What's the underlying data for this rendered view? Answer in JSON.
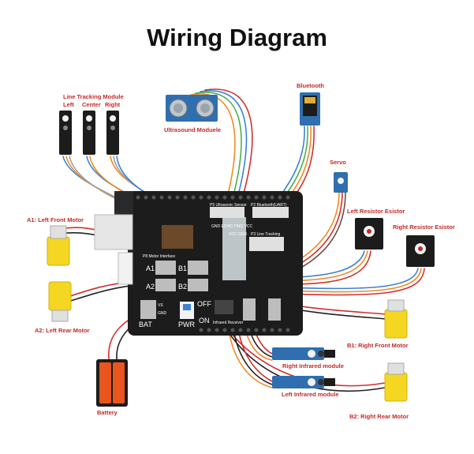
{
  "title": "Wiring Diagram",
  "labels": {
    "line_tracking": "Line Tracking Module",
    "lt_left": "Left",
    "lt_center": "Center",
    "lt_right": "Right",
    "ultrasound": "Ultrasound Moduele",
    "bluetooth": "Bluetooth",
    "servo": "Servo",
    "left_resistor": "Left Resistor Esistor",
    "right_resistor": "Right Resistor Esistor",
    "a1_motor": "A1: Left Front Motor",
    "a2_motor": "A2: Left Rear Motor",
    "b1_motor": "B1: Right Front Motor",
    "b2_motor": "B2: Right Rear Motor",
    "right_infrared": "Right Infrared module",
    "left_infrared": "Left Infrared module",
    "battery": "Battery"
  },
  "board": {
    "a1": "A1",
    "a2": "A2",
    "b1": "B1",
    "b2": "B2",
    "bat": "BAT",
    "pwr": "PWR",
    "off": "OFF",
    "on": "ON",
    "motor_interface": "P8 Motor Interface",
    "ultrasonic_header": "P5 Ultrasonic Sensor",
    "bluetooth_header": "P2 Bluetooth(UART)",
    "line_tracking_header": "P3 Line Tracking",
    "infrared_receiver": "Infrared Receiver",
    "gnd_echo_trig_vcc": "GND ECHO TRIG VCC",
    "vcc_gnd": "VCC GND",
    "bat_vs": "VS",
    "bat_gnd": "GND"
  },
  "colors": {
    "board": "#1c1c1c",
    "label_red": "#c62828",
    "motor_yellow": "#f5d622",
    "battery_orange": "#e8561e",
    "sensor_blue": "#2f6fb0",
    "wire_red": "#d32f2f",
    "wire_orange": "#f08a24",
    "wire_blue": "#3b82d6",
    "wire_gray": "#9e9e9e",
    "wire_green": "#4caf50",
    "wire_black": "#222222"
  }
}
